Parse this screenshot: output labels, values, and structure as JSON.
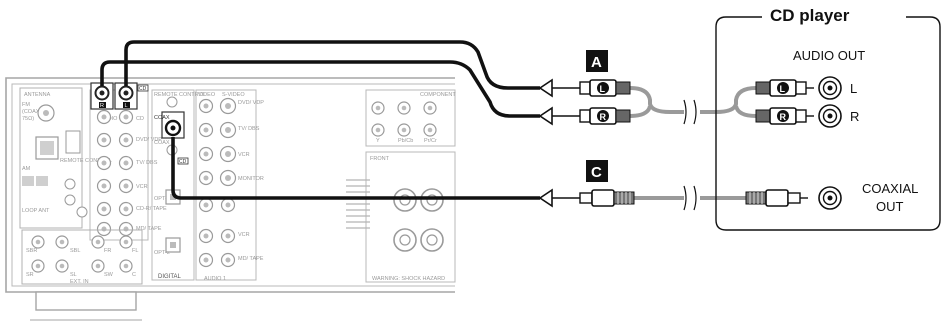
{
  "title": "CD player",
  "audio_out": "AUDIO OUT",
  "channel_left": "L",
  "channel_right": "R",
  "coaxial_line1": "COAXIAL",
  "coaxial_line2": "OUT",
  "badge_a": "A",
  "badge_c": "C",
  "receiver": {
    "antenna": "ANTENNA",
    "fm": "FM",
    "coaxial_75": "(COAXIAL",
    "ohm": "75Ω)",
    "am": "AM",
    "loop_ant": "LOOP ANT",
    "remote_control": "REMOTE CONTROL",
    "audio": "AUDIO",
    "coax": "COAX",
    "cd": "CD",
    "video": "VIDEO",
    "s_video": "S-VIDEO",
    "component": "COMPONENT",
    "digital": "DIGITAL",
    "warning": "WARNING: SHOCK HAZARD",
    "front": "FRONT",
    "dvd_vdp": "DVD/ VDP",
    "tv_dbs": "TV/ DBS",
    "vcr": "VCR",
    "monitor": "MONITOR",
    "opt1": "OPT-1",
    "opt2": "OPT-2",
    "sbr": "SBR",
    "sbl": "SBL",
    "fr": "FR",
    "fl": "FL",
    "sr": "SR",
    "sl": "SL",
    "sw": "SW",
    "c": "C",
    "ext_in": "EXT. IN",
    "md_tape": "MD/ TAPE",
    "cdr_tape": "CD-R/ TAPE",
    "audio1": "AUDIO 1",
    "r": "R",
    "l": "L",
    "y": "Y",
    "pb": "Pb/Cb",
    "pr": "Pr/Cr",
    "in": "IN"
  }
}
